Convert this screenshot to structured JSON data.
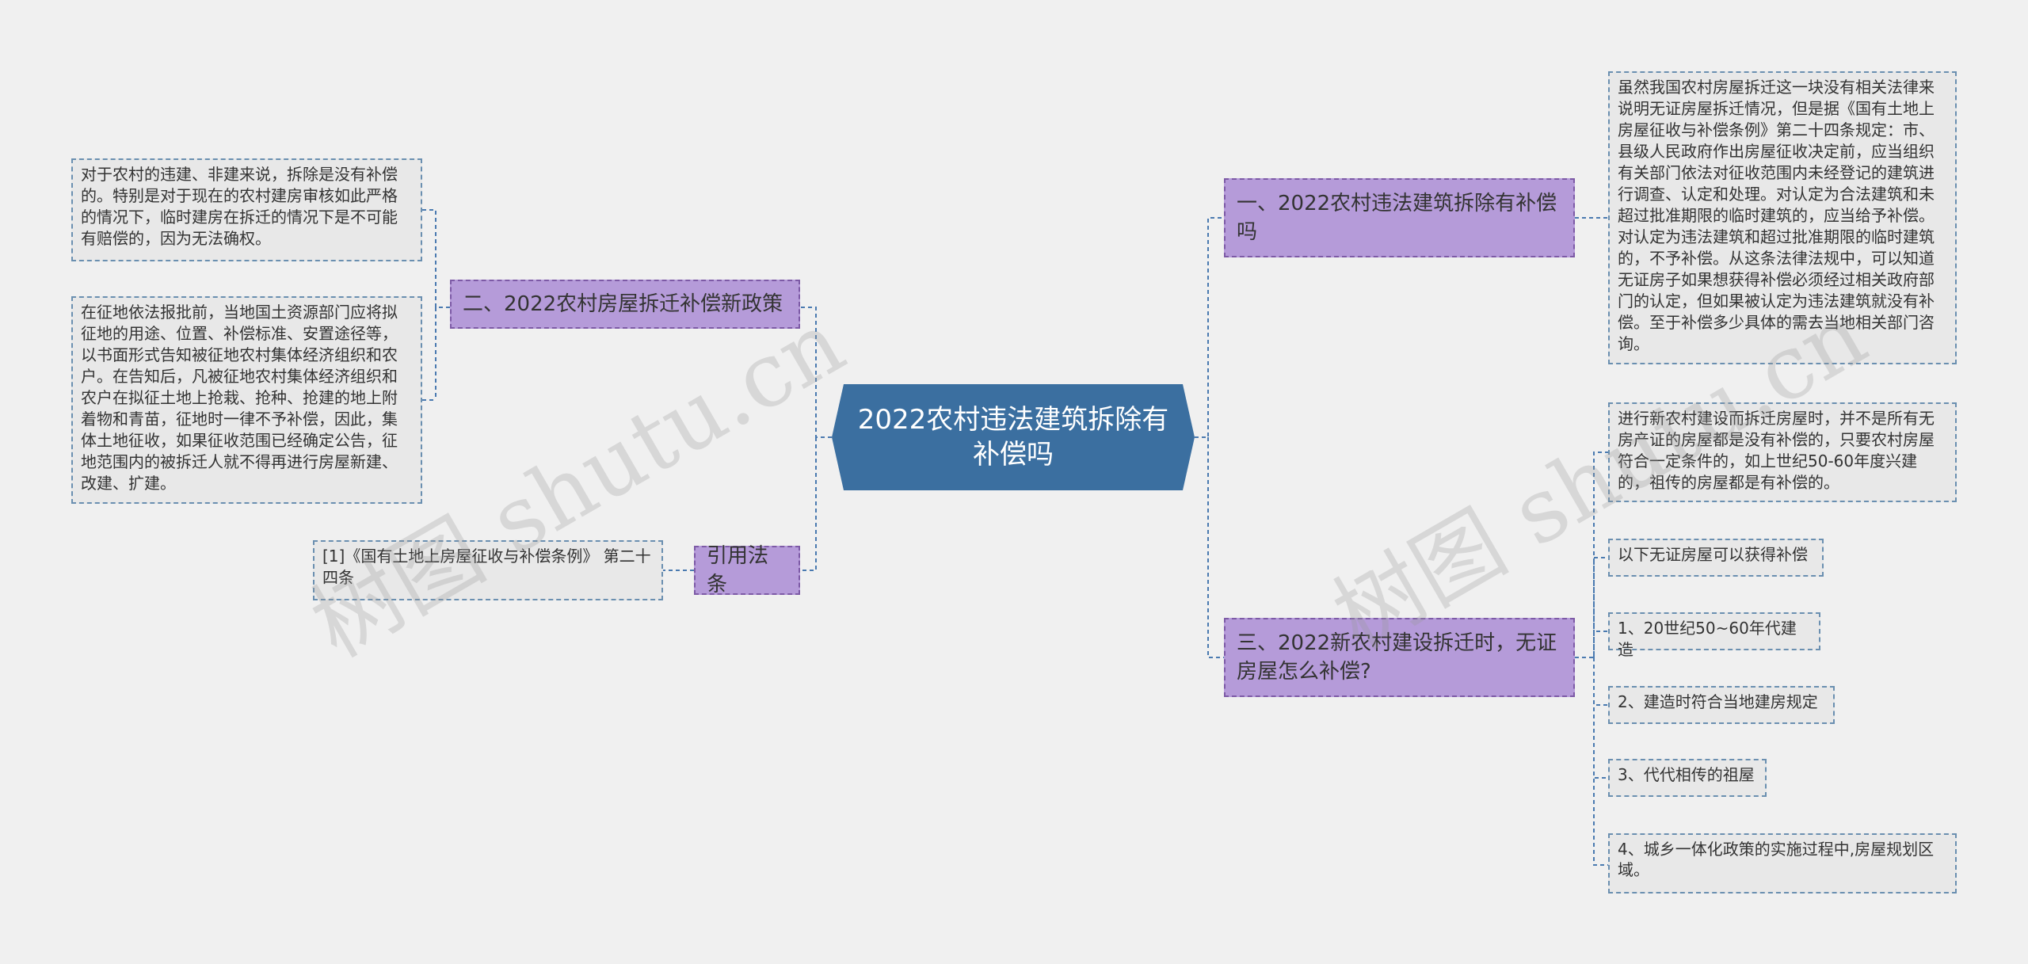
{
  "root": {
    "title": "2022农村违法建筑拆除有补偿吗"
  },
  "left": {
    "branch_policy": {
      "label": "二、2022农村房屋拆迁补偿新政策",
      "leaves": [
        "对于农村的违建、非建来说，拆除是没有补偿的。特别是对于现在的农村建房审核如此严格的情况下，临时建房在拆迁的情况下是不可能有赔偿的，因为无法确权。",
        "在征地依法报批前，当地国土资源部门应将拟征地的用途、位置、补偿标准、安置途径等，以书面形式告知被征地农村集体经济组织和农户。在告知后，凡被征地农村集体经济组织和农户在拟征土地上抢栽、抢种、抢建的地上附着物和青苗，征地时一律不予补偿，因此，集体土地征收，如果征收范围已经确定公告，征地范围内的被拆迁人就不得再进行房屋新建、改建、扩建。"
      ]
    },
    "branch_citation": {
      "label": "引用法条",
      "leaves": [
        "[1]《国有土地上房屋征收与补偿条例》 第二十四条"
      ]
    }
  },
  "right": {
    "branch_one": {
      "label": "一、2022农村违法建筑拆除有补偿吗",
      "leaves": [
        "虽然我国农村房屋拆迁这一块没有相关法律来说明无证房屋拆迁情况，但是据《国有土地上房屋征收与补偿条例》第二十四条规定：市、县级人民政府作出房屋征收决定前，应当组织有关部门依法对征收范围内未经登记的建筑进行调查、认定和处理。对认定为合法建筑和未超过批准期限的临时建筑的，应当给予补偿。对认定为违法建筑和超过批准期限的临时建筑的，不予补偿。从这条法律法规中，可以知道无证房子如果想获得补偿必须经过相关政府部门的认定，但如果被认定为违法建筑就没有补偿。至于补偿多少具体的需去当地相关部门咨询。"
      ]
    },
    "branch_three": {
      "label": "三、2022新农村建设拆迁时，无证房屋怎么补偿?",
      "leaves": [
        "进行新农村建设而拆迁房屋时，并不是所有无房产证的房屋都是没有补偿的，只要农村房屋符合一定条件的，如上世纪50-60年度兴建的，祖传的房屋都是有补偿的。",
        "以下无证房屋可以获得补偿",
        "1、20世纪50~60年代建造",
        "2、建造时符合当地建房规定",
        "3、代代相传的祖屋",
        "4、城乡一体化政策的实施过程中,房屋规划区域。"
      ]
    }
  },
  "watermark": {
    "text": "树图 shutu.cn"
  },
  "colors": {
    "background": "#f0f0f0",
    "root_fill": "#3b6fa0",
    "branch_fill": "#b59bd9",
    "leaf_fill": "#e8e8e8",
    "connector": "#4a7ab0"
  }
}
